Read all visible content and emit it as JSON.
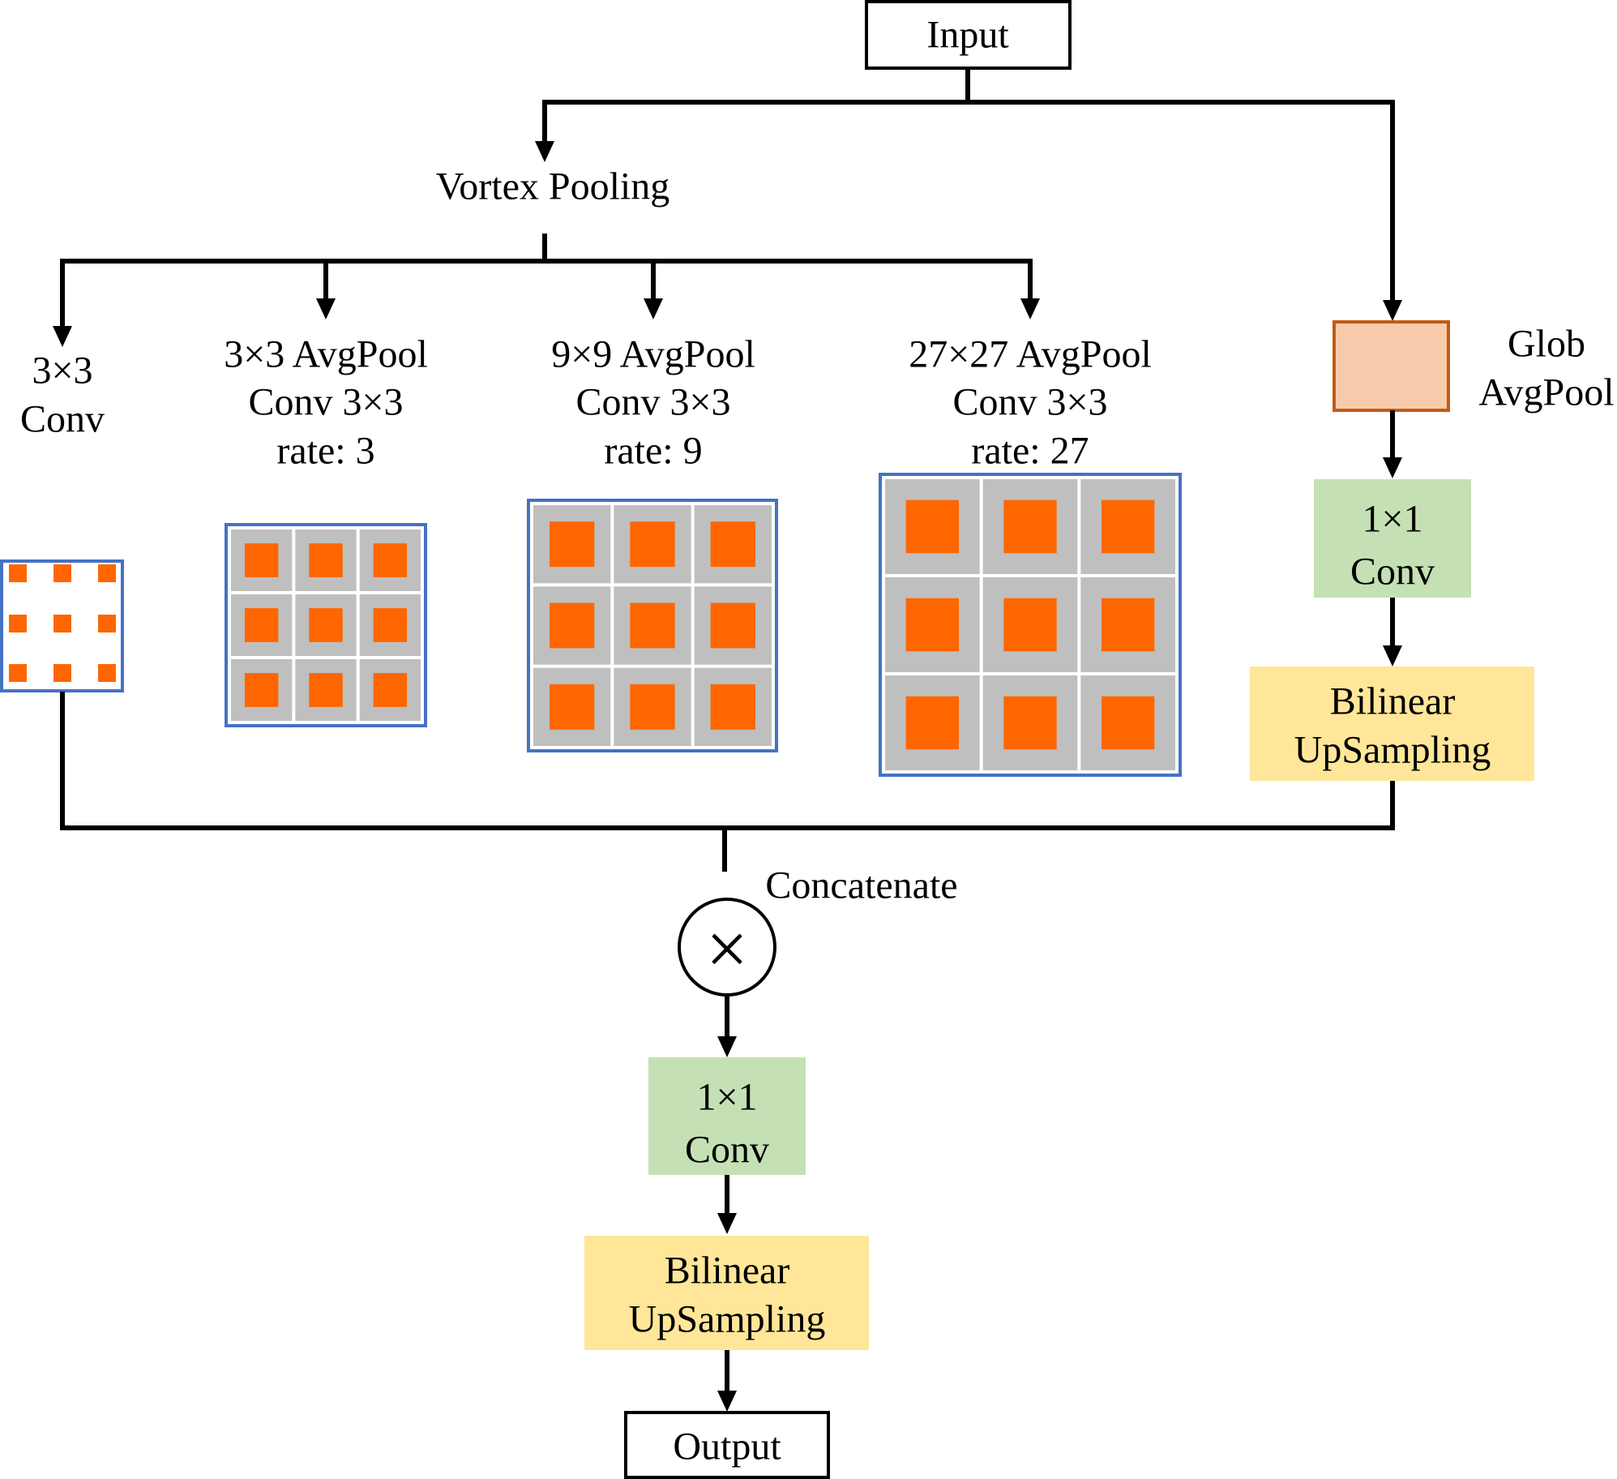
{
  "colors": {
    "kernel_frame": "#4472c4",
    "cell_bg": "#bfbfbf",
    "cell_fill": "#ff6600",
    "glob_pool_fill": "#f8cbad",
    "glob_pool_border": "#c55a11",
    "conv_fill": "#c5e0b4",
    "upsample_fill": "#ffe699"
  },
  "nodes": {
    "input": "Input",
    "vortex_pooling": "Vortex Pooling",
    "glob_avgpool": [
      "Glob",
      "AvgPool"
    ],
    "conv1x1_top": [
      "1×1",
      "Conv"
    ],
    "upsampling_top": [
      "Bilinear",
      "UpSampling"
    ],
    "concatenate": "Concatenate",
    "concat_symbol": "×",
    "conv1x1_bottom": [
      "1×1",
      "Conv"
    ],
    "upsampling_bottom": [
      "Bilinear",
      "UpSampling"
    ],
    "output": "Output"
  },
  "branches": [
    {
      "id": "conv3x3",
      "lines": [
        "3×3",
        "Conv"
      ]
    },
    {
      "id": "avgpool3",
      "lines": [
        "3×3 AvgPool",
        "Conv 3×3",
        "rate: 3"
      ]
    },
    {
      "id": "avgpool9",
      "lines": [
        "9×9 AvgPool",
        "Conv 3×3",
        "rate: 9"
      ]
    },
    {
      "id": "avgpool27",
      "lines": [
        "27×27 AvgPool",
        "Conv 3×3",
        "rate: 27"
      ]
    }
  ]
}
